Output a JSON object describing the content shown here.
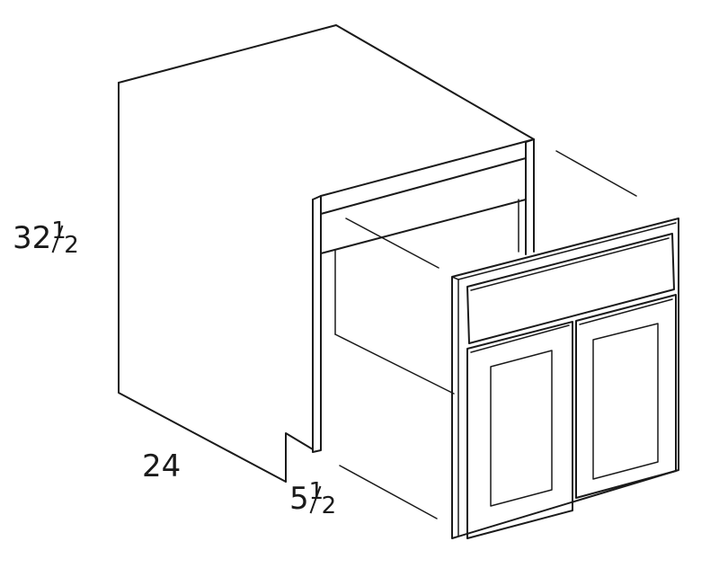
{
  "dimensions": {
    "height": {
      "whole": "32",
      "numerator": "1",
      "denominator": "2"
    },
    "depth": {
      "whole": "24"
    },
    "overlay": {
      "whole": "5",
      "numerator": "1",
      "denominator": "2"
    }
  }
}
